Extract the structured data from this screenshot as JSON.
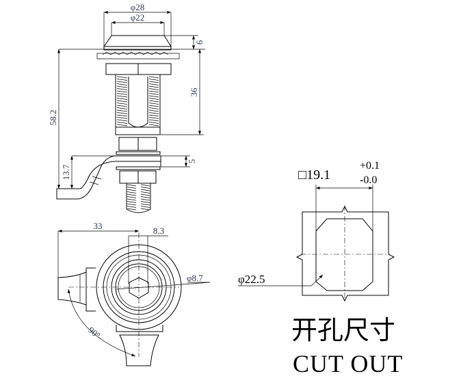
{
  "drawing": {
    "side_view": {
      "dim_outer_dia": "φ28",
      "dim_inner_dia": "φ22",
      "dim_cap_height": "6",
      "dim_body_length": "36",
      "dim_total_length": "58.2",
      "dim_cam_offset": "13.7",
      "dim_cam_thickness": "5"
    },
    "bottom_view": {
      "dim_cam_length": "33",
      "dim_key_width": "8.3",
      "dim_key_dia": "φ8.7",
      "dim_rotation": "90°"
    },
    "cutout": {
      "square_size": "□19.1",
      "tol_plus": "+0.1",
      "tol_minus": "-0.0",
      "circle_dia": "φ22.5",
      "title_cn": "开孔尺寸",
      "title_en": "CUT OUT"
    }
  }
}
